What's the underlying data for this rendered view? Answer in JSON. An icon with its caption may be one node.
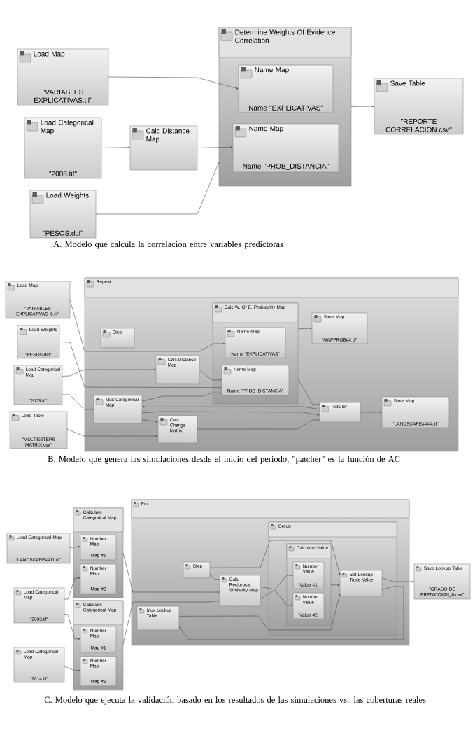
{
  "diagram": {
    "nodes": [
      {
        "text": [
          "Load Map",
          "\"VARIABLES EXPLICATIVAS.tif\""
        ]
      },
      {
        "text": [
          "Load Categorical Map",
          "\"2003.tif\""
        ]
      },
      {
        "text": [
          "Load Weights",
          "\"PESOS.dcf\""
        ]
      },
      {
        "text": [
          "Calc Distance Map"
        ]
      },
      {
        "text": [
          "Determine Weights Of Evidence Correlation"
        ]
      },
      {
        "text": [
          "Name Map",
          "Name \"EXPLICATIVAS\""
        ],
        "in": 4
      },
      {
        "text": [
          "Name Map",
          "Name \"PROB_DISTANCIA\""
        ],
        "in": 4
      },
      {
        "text": [
          "Save Table",
          "\"REPORTE CORRELACION.csv\""
        ]
      },
      {
        "text": [
          "Load Map",
          "\"VARIABLES EXPLICATIVAS_6.tif\""
        ]
      },
      {
        "text": [
          "Load Weights",
          "\"PESOS.dcf\""
        ]
      },
      {
        "text": [
          "Load Categorical Map",
          "\"2003.tif\""
        ]
      },
      {
        "text": [
          "Load Table",
          "\"MULTIESTEPS MATRIX.csv\""
        ]
      },
      {
        "text": [
          "Repeat"
        ]
      },
      {
        "text": [
          "Step"
        ],
        "in": 12
      },
      {
        "text": [
          "Calc W. Of E. Probability Map"
        ],
        "in": 12
      },
      {
        "text": [
          "Name Map",
          "Name \"EXPLICATIVAS\""
        ],
        "in": 14
      },
      {
        "text": [
          "Name Map",
          "Name \"PROB_DISTANCIA\""
        ],
        "in": 14
      },
      {
        "text": [
          "Calc Distance Map"
        ],
        "in": 12
      },
      {
        "text": [
          "Mux Categorical Map"
        ],
        "in": 12
      },
      {
        "text": [
          "Calc Change Matrix"
        ],
        "in": 12
      },
      {
        "text": [
          "Save Map",
          "\"MAPPROB##.tif\""
        ],
        "in": 12
      },
      {
        "text": [
          "Patcher"
        ],
        "in": 12
      },
      {
        "text": [
          "Save Map",
          "\"LANDSCAPE####.tif\""
        ],
        "in": 12
      },
      {
        "text": [
          "Load Categorical Map",
          "\"LANDSCAPE##11.tif\""
        ]
      },
      {
        "text": [
          "Load Categorical Map",
          "\"2003.tif\""
        ]
      },
      {
        "text": [
          "Load Categorical Map",
          "\"2014.tif\""
        ]
      },
      {
        "text": [
          "Calculate Categorical Map"
        ]
      },
      {
        "text": [
          "Number Map",
          "Map #1"
        ],
        "in": 26
      },
      {
        "text": [
          "Number Map",
          "Map #2"
        ],
        "in": 26
      },
      {
        "text": [
          "Calculate Categorical Map"
        ]
      },
      {
        "text": [
          "Number Map",
          "Map #1"
        ],
        "in": 29
      },
      {
        "text": [
          "Number Map",
          "Map #2"
        ],
        "in": 29
      },
      {
        "text": [
          "For"
        ]
      },
      {
        "text": [
          "Step"
        ],
        "in": 32
      },
      {
        "text": [
          "Mux Lookup Table"
        ],
        "in": 32
      },
      {
        "text": [
          "Calc Reciprocal Similarity Map"
        ],
        "in": 32
      },
      {
        "text": [
          "Group"
        ],
        "in": 32
      },
      {
        "text": [
          "Calculate Value"
        ],
        "in": 36
      },
      {
        "text": [
          "Number Value",
          "Value #1"
        ],
        "in": 37
      },
      {
        "text": [
          "Number Value",
          "Value #2"
        ],
        "in": 37
      },
      {
        "text": [
          "Set Lookup Table Value"
        ],
        "in": 36
      },
      {
        "text": [
          "Save Lookup Table",
          "\"GRADO DE PREDICCION_6.csv\""
        ]
      }
    ],
    "edges": [
      {
        "from": 0,
        "to": 5,
        "arrow": "to"
      },
      {
        "from": 1,
        "to": 3,
        "arrow": "to"
      },
      {
        "from": 3,
        "to": 6,
        "arrow": "to"
      },
      {
        "from": 2,
        "to": 4,
        "arrow": "to"
      },
      {
        "from": 4,
        "to": 7,
        "arrow": "to"
      },
      {
        "from": 8,
        "to": 15,
        "arrow": "to"
      },
      {
        "from": 9,
        "to": 16,
        "arrow": "to"
      },
      {
        "from": 10,
        "to": 17,
        "arrow": "to"
      },
      {
        "from": 10,
        "to": 18,
        "arrow": "to"
      },
      {
        "from": 11,
        "to": 19,
        "arrow": "to"
      },
      {
        "from": 17,
        "to": 16,
        "arrow": "to"
      },
      {
        "from": 18,
        "to": 16,
        "arrow": "to"
      },
      {
        "from": 18,
        "to": 19,
        "arrow": "to"
      },
      {
        "from": 14,
        "to": 20,
        "arrow": "to"
      },
      {
        "from": 14,
        "to": 21,
        "arrow": "to"
      },
      {
        "from": 21,
        "to": 18,
        "arrow": "to"
      },
      {
        "from": 18,
        "to": 21,
        "arrow": "to"
      },
      {
        "from": 19,
        "to": 21,
        "arrow": "to"
      },
      {
        "from": 21,
        "to": 22,
        "arrow": "to"
      },
      {
        "from": 23,
        "to": 27,
        "arrow": "to"
      },
      {
        "from": 24,
        "to": 28,
        "arrow": "to"
      },
      {
        "from": 24,
        "to": 30,
        "arrow": "to"
      },
      {
        "from": 25,
        "to": 31,
        "arrow": "to"
      },
      {
        "from": 26,
        "to": 35,
        "arrow": "to"
      },
      {
        "from": 29,
        "to": 35,
        "arrow": "to"
      },
      {
        "from": 33,
        "to": 35,
        "arrow": "to"
      },
      {
        "from": 33,
        "to": 40,
        "arrow": "to"
      },
      {
        "from": 35,
        "to": 38,
        "arrow": "to"
      },
      {
        "from": 35,
        "to": 39,
        "arrow": "to"
      },
      {
        "from": 37,
        "to": 40,
        "arrow": "to"
      },
      {
        "from": 34,
        "to": 40,
        "arrow": "to"
      },
      {
        "from": 40,
        "to": 41,
        "arrow": "to"
      },
      {
        "from": 40,
        "to": 34,
        "arrow": "to"
      }
    ],
    "labels": [
      "A. Modelo que calcula la correlación entre variables predictoras",
      "B. Modelo que genera las simulaciones desde el inicio del periodo, \"patcher\" es la función de AC",
      "C. Modelo que ejecuta la validación basado en los resultados de las simulaciones vs. las coberturas reales"
    ]
  }
}
